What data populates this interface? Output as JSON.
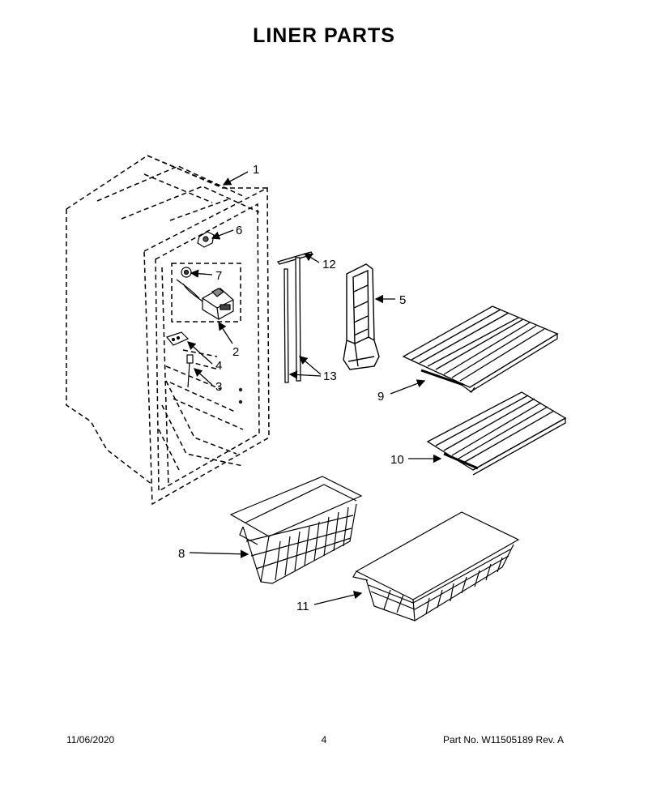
{
  "title": "LINER PARTS",
  "callouts": {
    "c1": "1",
    "c2": "2",
    "c3": "3",
    "c4": "4",
    "c5": "5",
    "c6": "6",
    "c7": "7",
    "c8": "8",
    "c9": "9",
    "c10": "10",
    "c11": "11",
    "c12": "12",
    "c13": "13"
  },
  "footer": {
    "date": "11/06/2020",
    "page": "4",
    "part_number": "Part No.  W11505189  Rev.  A"
  }
}
